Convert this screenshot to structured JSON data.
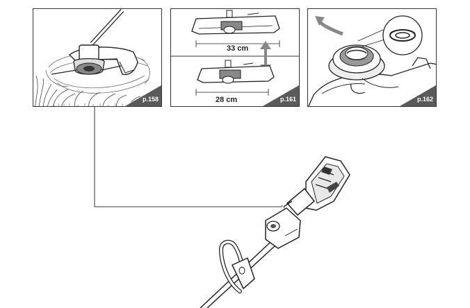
{
  "panels": [
    {
      "id": "panel-1",
      "page_ref": "p.158"
    },
    {
      "id": "panel-2",
      "page_ref": "p.161",
      "dimension_top": "33 cm",
      "dimension_bottom": "28 cm"
    },
    {
      "id": "panel-3",
      "page_ref": "p.162"
    }
  ],
  "colors": {
    "line": "#222222",
    "tag_bg": "#5a5a5a",
    "tag_text": "#ffffff"
  }
}
